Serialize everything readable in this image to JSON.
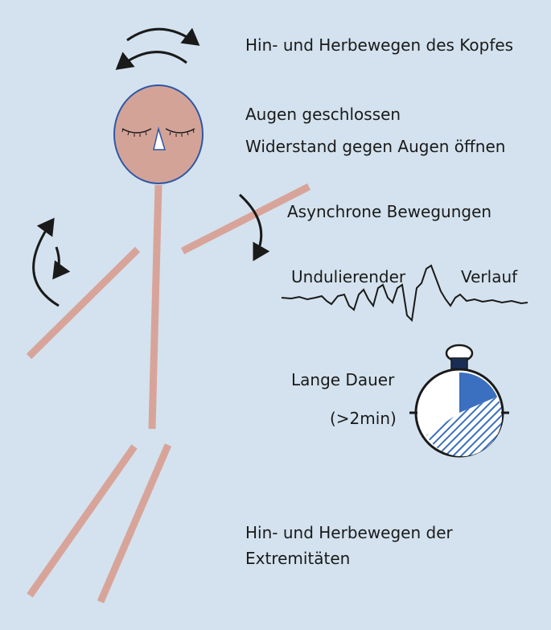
{
  "labels": {
    "head_motion": "Hin- und Herbewegen des Kopfes",
    "eyes_closed": "Augen geschlossen",
    "eye_resistance": "Widerstand gegen Augen öffnen",
    "async_moves": "Asynchrone Bewegungen",
    "undulating": "Undulierender",
    "course": "Verlauf",
    "long_duration": "Lange Dauer",
    "duration_value": "(>2min)",
    "limbs_line1": "Hin- und Herbewegen der",
    "limbs_line2": "Extremitäten"
  },
  "colors": {
    "background": "#d3e2ee",
    "figure_limbs": "#d8a49a",
    "face_fill": "#d4a398",
    "face_outline": "#2f57a3",
    "arrows": "#1a1a1a",
    "stopwatch_blue": "#3b6fbf"
  }
}
